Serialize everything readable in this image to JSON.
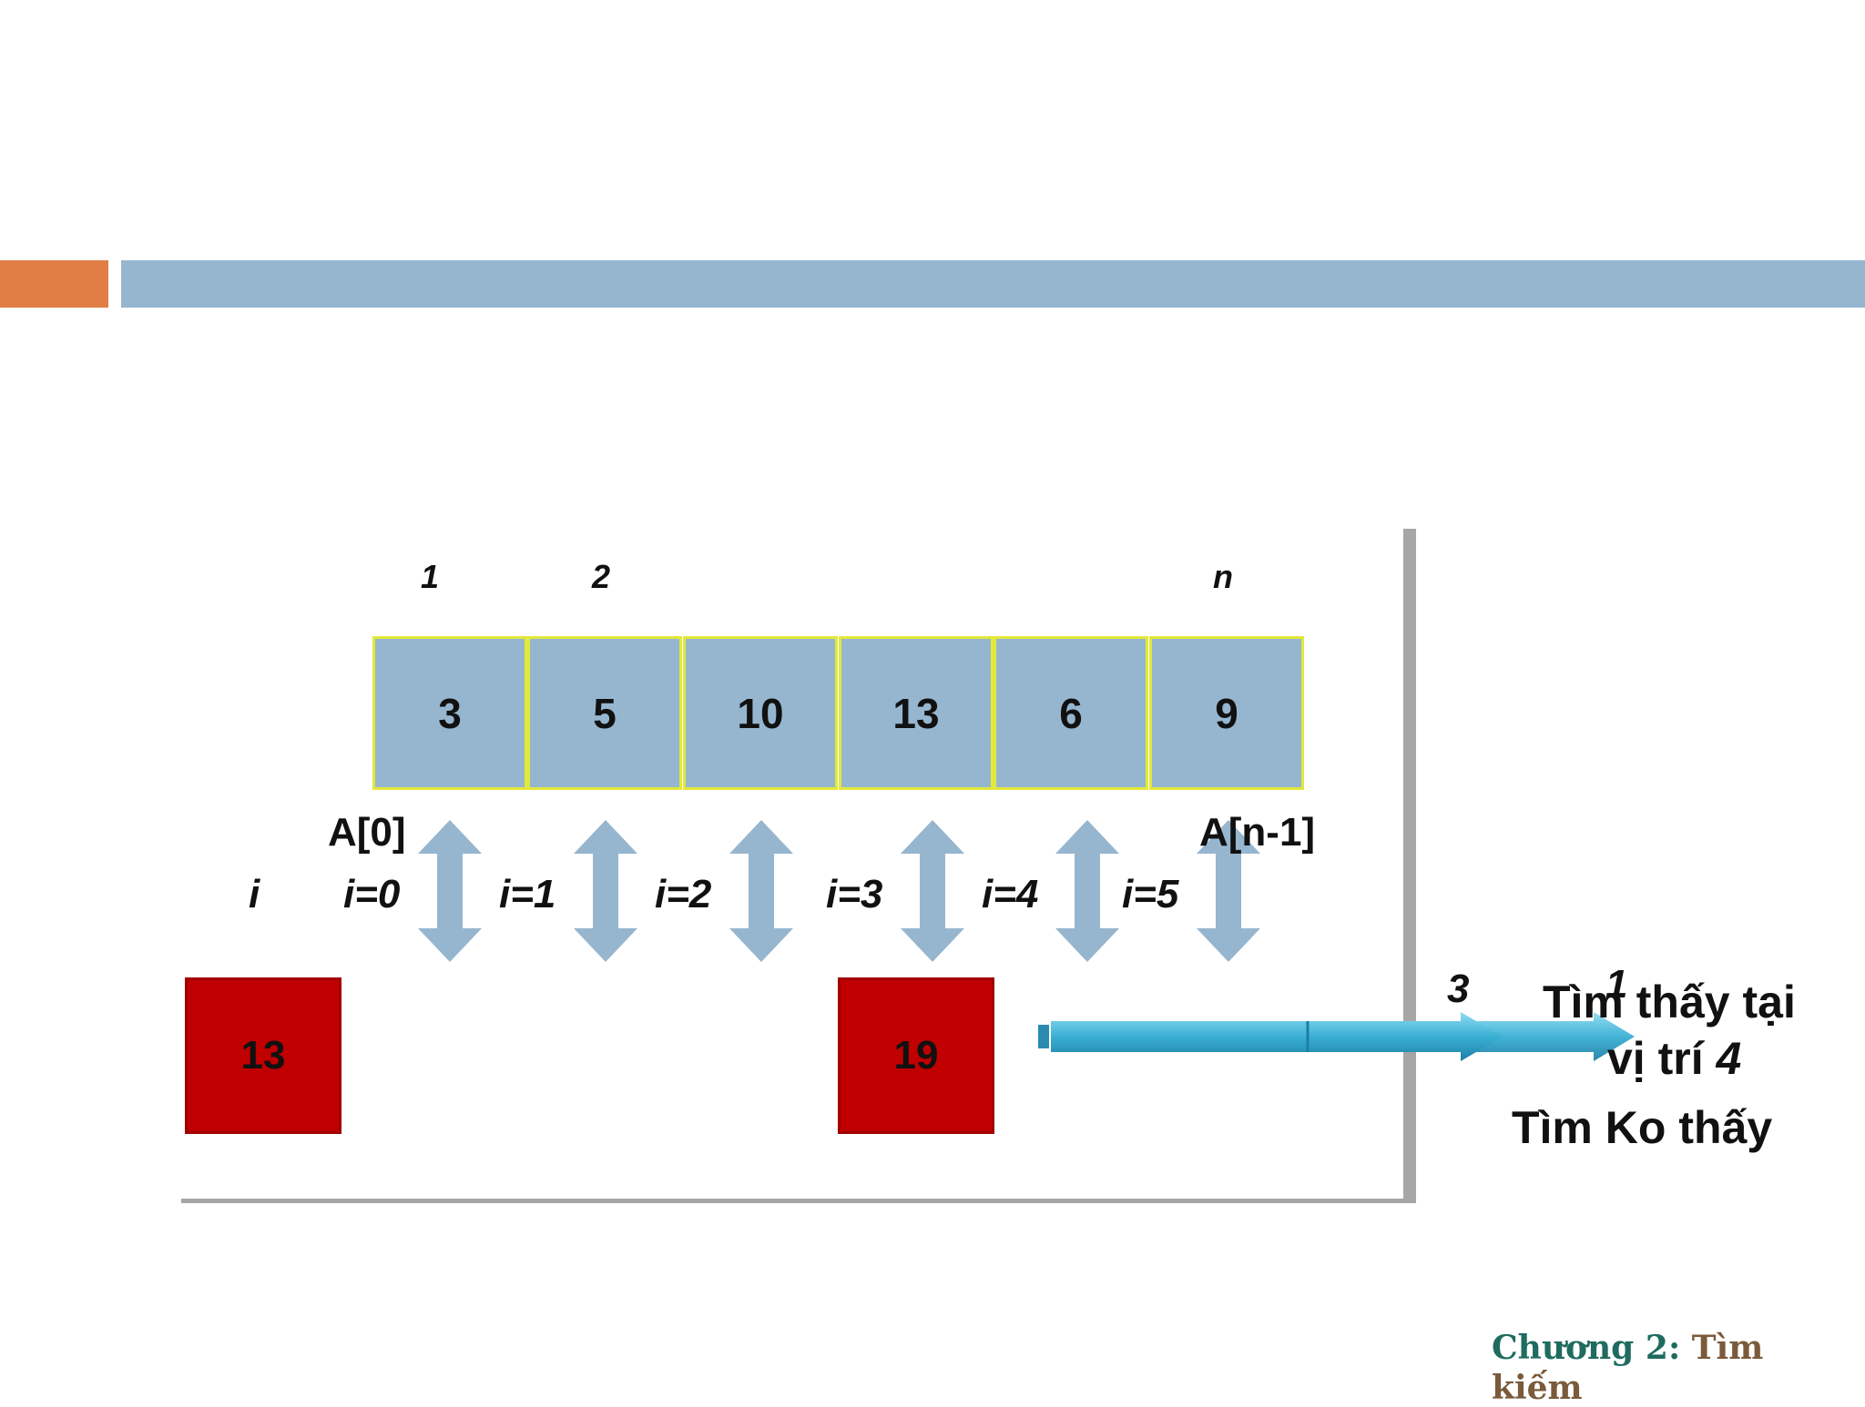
{
  "array": {
    "top_indices": [
      "1",
      "2",
      "n"
    ],
    "cells": [
      "3",
      "5",
      "10",
      "13",
      "6",
      "9"
    ],
    "first_label": "A[0]",
    "last_label": "A[n-1]"
  },
  "iterator": {
    "name": "i",
    "steps": [
      "i=0",
      "i=1",
      "i=2",
      "i=3",
      "i=4",
      "i=5"
    ]
  },
  "targets": {
    "left_value": "13",
    "right_value": "19"
  },
  "result": {
    "small_left": "3",
    "small_right": "1",
    "found_line1": "Tìm thấy tại",
    "found_line2_prefix": "vị trí ",
    "found_position": "4",
    "not_found": "Tìm Ko thấy"
  },
  "footer": {
    "part1": "Chương 2: ",
    "part2": "Tìm",
    "part3": "kiếm"
  },
  "colors": {
    "accent": "#e07e46",
    "bar": "#96b6cf",
    "cell_border": "#e3e83a",
    "red_box": "#c00000",
    "arrow": "#96b6cf",
    "footer_green": "#1f6b5f",
    "footer_brown": "#7a5a3a"
  }
}
